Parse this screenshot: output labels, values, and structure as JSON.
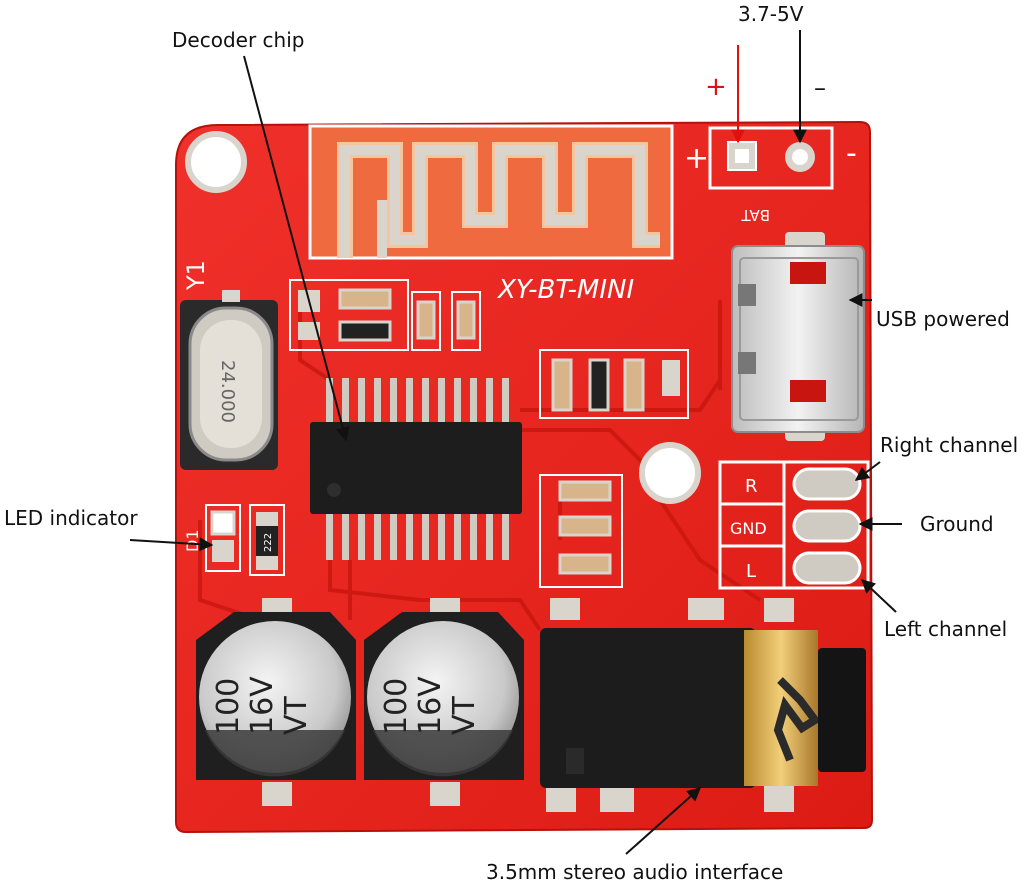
{
  "diagram": {
    "board_silkscreen": {
      "model": "XY-BT-MINI",
      "crystal_ref": "Y1",
      "crystal_marking": "24.000",
      "battery_label": "BAT",
      "battery_plus": "+",
      "battery_minus": "-",
      "audio_r": "R",
      "audio_gnd": "GND",
      "audio_l": "L",
      "led_ref": "D1",
      "resistor_code": "222",
      "capacitor_voltage": "100",
      "capacitor_rating": "16V",
      "capacitor_series": "VT"
    },
    "callouts": {
      "voltage": "3.7-5V",
      "plus_sign": "+",
      "minus_sign": "–",
      "decoder_chip": "Decoder chip",
      "usb_powered": "USB powered",
      "right_channel": "Right channel",
      "ground": "Ground",
      "left_channel": "Left channel",
      "led_indicator": "LED indicator",
      "audio_interface": "3.5mm stereo audio interface"
    },
    "colors": {
      "pcb_red": "#e8231c",
      "pcb_dark": "#c8150f",
      "silkscreen": "#ffffff",
      "pad_silver": "#d9d4cc",
      "antenna_copper": "#f0a070",
      "arrow_red": "#e01010",
      "arrow_black": "#111111"
    }
  }
}
